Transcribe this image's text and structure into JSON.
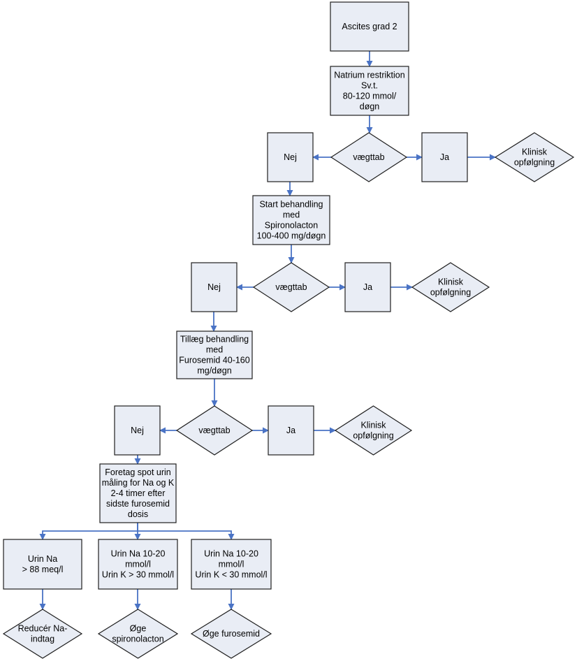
{
  "nodes": {
    "start": [
      "Ascites grad 2"
    ],
    "sodium": [
      "Natrium restriktion",
      "Sv.t.",
      "80-120 mmol/",
      "døgn"
    ],
    "d1": [
      "vægttab"
    ],
    "nej1": [
      "Nej"
    ],
    "ja1": [
      "Ja"
    ],
    "kl1": [
      "Klinisk",
      "opfølgning"
    ],
    "spiro": [
      "Start behandling",
      "med",
      "Spironolacton",
      "100-400 mg/døgn"
    ],
    "d2": [
      "vægttab"
    ],
    "nej2": [
      "Nej"
    ],
    "ja2": [
      "Ja"
    ],
    "kl2": [
      "Klinisk",
      "opfølgning"
    ],
    "furo": [
      "Tillæg behandling",
      "med",
      "Furosemid 40-160",
      "mg/døgn"
    ],
    "d3": [
      "vægttab"
    ],
    "nej3": [
      "Nej"
    ],
    "ja3": [
      "Ja"
    ],
    "kl3": [
      "Klinisk",
      "opfølgning"
    ],
    "spot": [
      "Foretag spot urin",
      "måling for Na og K",
      "2-4 timer efter",
      "sidste furosemid",
      "dosis"
    ],
    "r1": [
      "Urin Na",
      "> 88 meq/l"
    ],
    "r2": [
      "Urin Na 10-20",
      "mmol/l",
      "Urin K > 30 mmol/l"
    ],
    "r3": [
      "Urin Na 10-20",
      "mmol/l",
      "Urin K < 30 mmol/l"
    ],
    "a1": [
      "Reducér Na-",
      "indtag"
    ],
    "a2": [
      "Øge",
      "spironolacton"
    ],
    "a3": [
      "Øge furosemid"
    ]
  },
  "edges": [
    [
      "start",
      "sodium"
    ],
    [
      "sodium",
      "d1"
    ],
    [
      "d1",
      "nej1"
    ],
    [
      "d1",
      "ja1"
    ],
    [
      "ja1",
      "kl1"
    ],
    [
      "nej1",
      "spiro"
    ],
    [
      "spiro",
      "d2"
    ],
    [
      "d2",
      "nej2"
    ],
    [
      "d2",
      "ja2"
    ],
    [
      "ja2",
      "kl2"
    ],
    [
      "nej2",
      "furo"
    ],
    [
      "furo",
      "d3"
    ],
    [
      "d3",
      "nej3"
    ],
    [
      "d3",
      "ja3"
    ],
    [
      "ja3",
      "kl3"
    ],
    [
      "nej3",
      "spot"
    ],
    [
      "spot",
      "r1"
    ],
    [
      "spot",
      "r2"
    ],
    [
      "spot",
      "r3"
    ],
    [
      "r1",
      "a1"
    ],
    [
      "r2",
      "a2"
    ],
    [
      "r3",
      "a3"
    ]
  ],
  "colors": {
    "fill": "#e9edf5",
    "stroke": "#1f1f1f",
    "connector": "#4a73c5"
  }
}
